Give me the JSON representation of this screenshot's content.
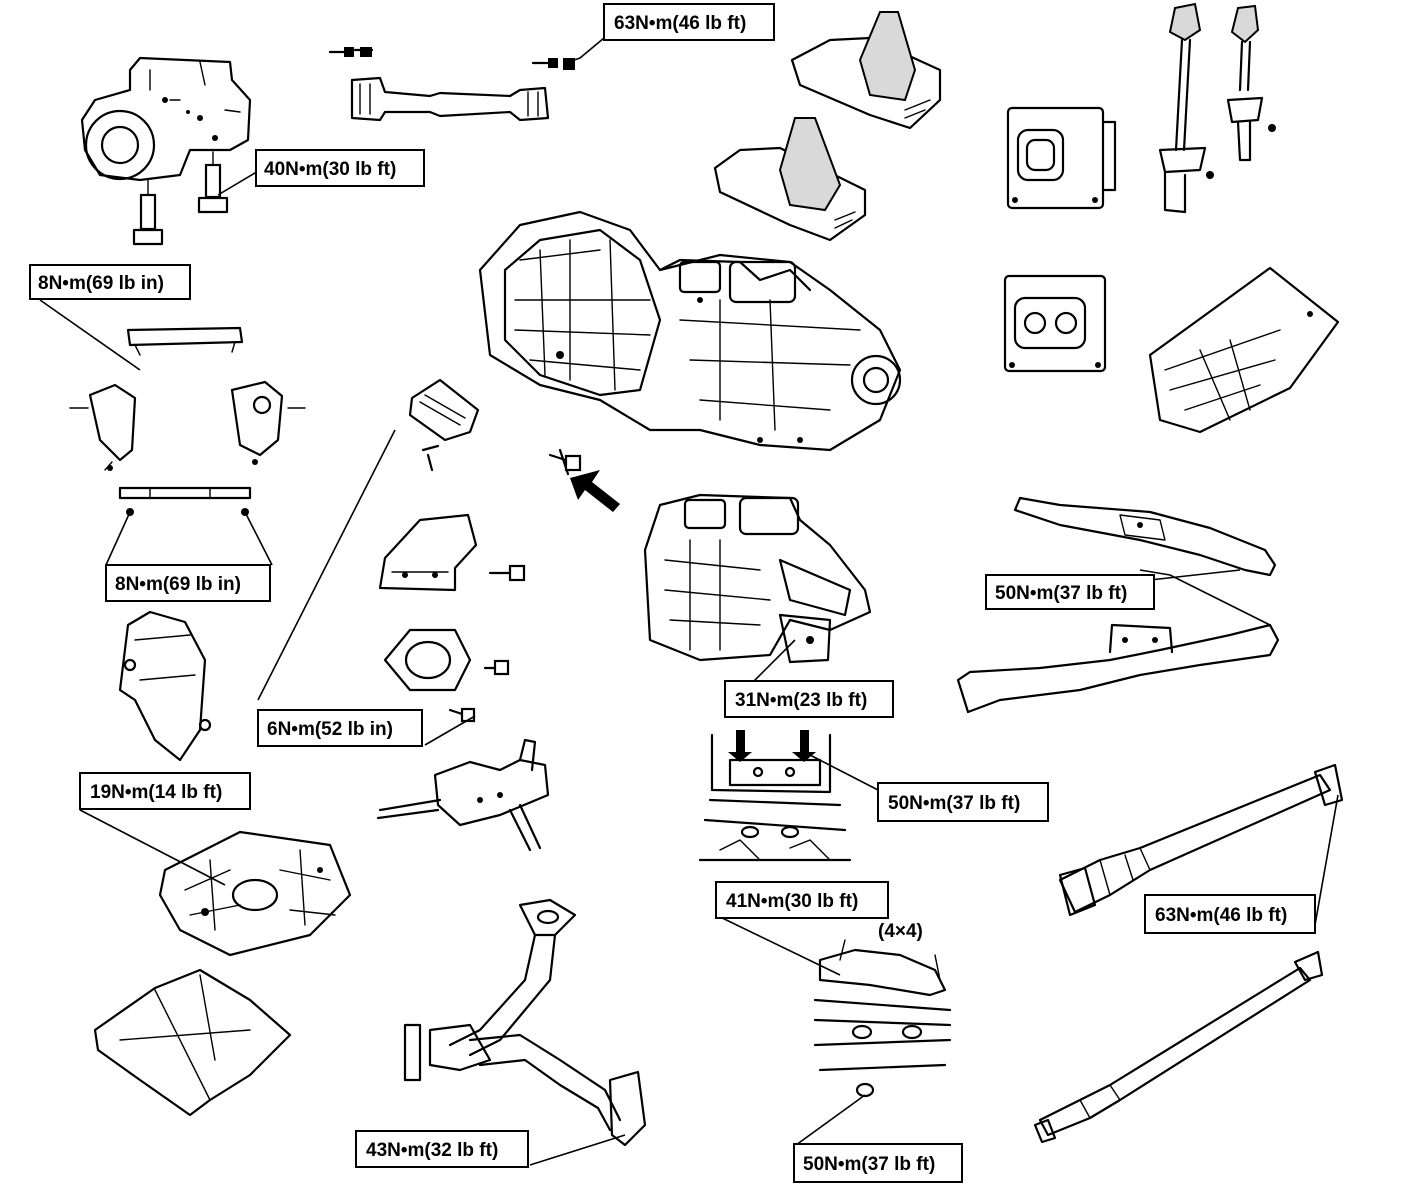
{
  "labels": {
    "driveshaft_front_top": "63N•m(46 lb ft)",
    "transfer_case_bolt": "40N•m(30 lb ft)",
    "heat_shield_upper": "8N•m(69 lb in)",
    "heat_shield_lower": "8N•m(69 lb in)",
    "mount_bracket": "6N•m(52 lb in)",
    "crossmember": "50N•m(37 lb ft)",
    "transmission_mount": "31N•m(23 lb ft)",
    "mount_frame": "50N•m(37 lb ft)",
    "skid_plate": "19N•m(14 lb ft)",
    "driveshaft_rear": "63N•m(46 lb ft)",
    "mount_4x4": "41N•m(30 lb ft)",
    "exhaust_pipe": "43N•m(32 lb ft)",
    "frame_nut": "50N•m(37 lb ft)"
  },
  "notes": {
    "drive_type": "(4×4)"
  }
}
